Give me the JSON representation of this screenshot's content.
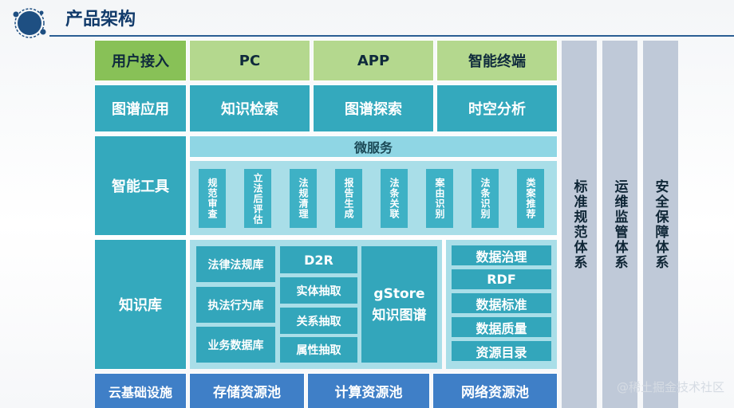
{
  "header": {
    "title": "产品架构"
  },
  "colors": {
    "green_dark": "#88c157",
    "green_light": "#b4d88e",
    "teal": "#34a9bd",
    "teal_light": "#8fd6e4",
    "blue": "#3f7fc7",
    "grey_column": "#bfc9d8",
    "title_blue": "#123b6b"
  },
  "icons": {
    "logo": "planet-orbit-icon"
  },
  "rows": {
    "user_access": {
      "label": "用户接入",
      "items": [
        "PC",
        "APP",
        "智能终端"
      ]
    },
    "graph_app": {
      "label": "图谱应用",
      "items": [
        "知识检索",
        "图谱探索",
        "时空分析"
      ]
    },
    "smart_tools": {
      "label": "智能工具",
      "microservice": "微服务",
      "tools": [
        "规范审查",
        "立法后评估",
        "法规清理",
        "报告生成",
        "法条关联",
        "案由识别",
        "法条识别",
        "类案推荐"
      ]
    },
    "knowledge_base": {
      "label": "知识库",
      "left_items": [
        "法律法规库",
        "执法行为库",
        "业务数据库"
      ],
      "mid_items": [
        "D2R",
        "实体抽取",
        "关系抽取",
        "属性抽取"
      ],
      "core_line1": "gStore",
      "core_line2": "知识图谱",
      "right_items": [
        "数据治理",
        "RDF",
        "数据标准",
        "数据质量",
        "资源目录"
      ]
    },
    "cloud": {
      "label": "云基础设施",
      "items": [
        "存储资源池",
        "计算资源池",
        "网络资源池"
      ]
    }
  },
  "side_columns": [
    "标准规范体系",
    "运维监管体系",
    "安全保障体系"
  ],
  "watermark": "@稀土掘金技术社区"
}
